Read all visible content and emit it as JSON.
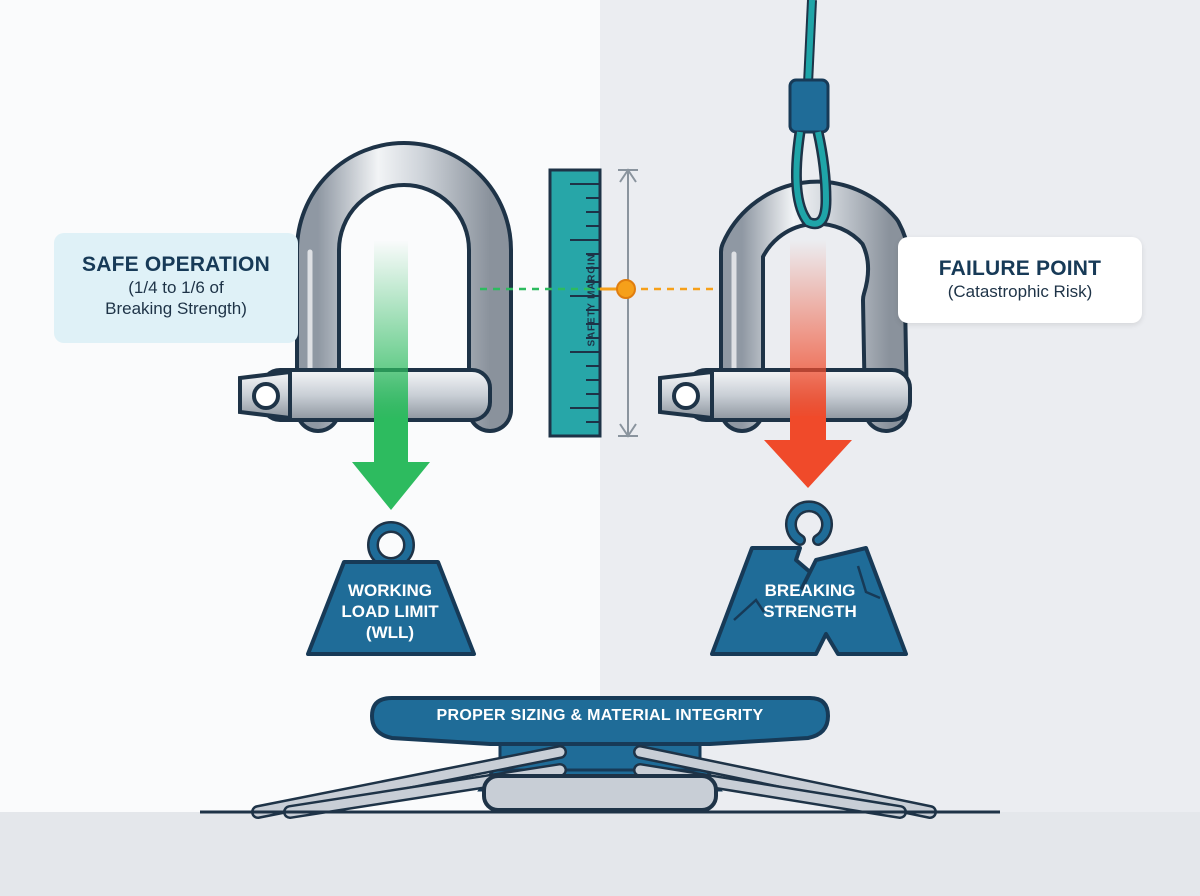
{
  "safe": {
    "title": "SAFE OPERATION",
    "line1": "(1/4 to 1/6 of",
    "line2": "Breaking Strength)"
  },
  "failure": {
    "title": "FAILURE POINT",
    "subtitle": "(Catastrophic Risk)"
  },
  "ruler": {
    "label": "SAFETY MARGIN"
  },
  "left_weight": {
    "line1": "WORKING",
    "line2": "LOAD LIMIT",
    "line3": "(WLL)"
  },
  "right_weight": {
    "line1": "BREAKING",
    "line2": "STRENGTH"
  },
  "cleat": {
    "label": "PROPER SIZING & MATERIAL INTEGRITY"
  },
  "colors": {
    "safe_arrow": "#2dbb5f",
    "failure_arrow": "#f04a2a",
    "weight_fill": "#1f6c98",
    "ruler_fill": "#27a6a8",
    "marker": "#f6a01a",
    "rope": "#1fa5a8"
  }
}
